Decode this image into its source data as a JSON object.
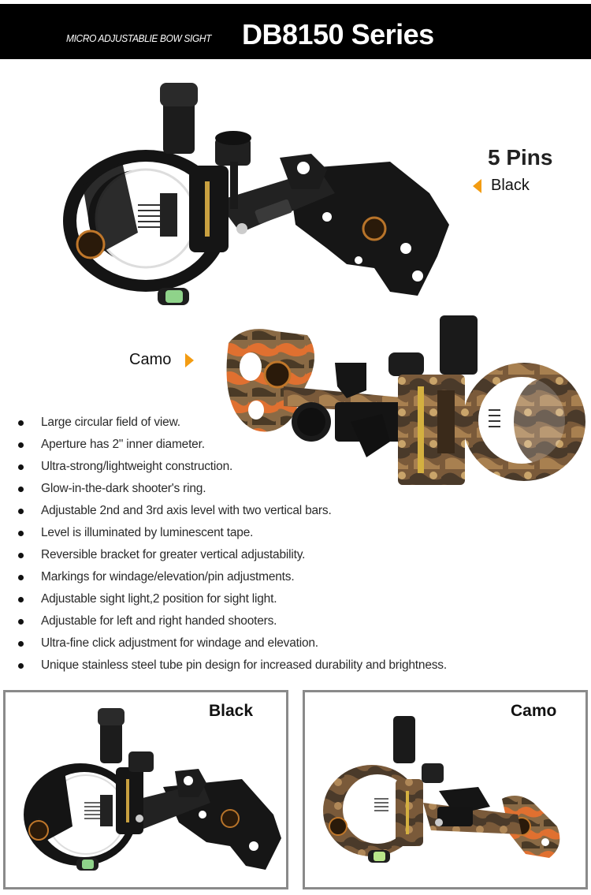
{
  "header": {
    "subtitle": "MICRO ADJUSTABLIE BOW SIGHT",
    "title": "DB8150 Series",
    "background_color": "#000000"
  },
  "hero": {
    "pins_label": "5 Pins",
    "variants": [
      {
        "label": "Black",
        "arrow": "triangle-left-icon",
        "arrow_color": "#f39c12"
      },
      {
        "label": "Camo",
        "arrow": "triangle-right-icon",
        "arrow_color": "#f39c12"
      }
    ]
  },
  "features": [
    "Large circular field of view.",
    "Aperture has 2\" inner diameter.",
    "Ultra-strong/lightweight construction.",
    "Glow-in-the-dark shooter's ring.",
    "Adjustable 2nd and 3rd axis level with two vertical bars.",
    "Level is illuminated by luminescent tape.",
    "Reversible bracket for greater vertical adjustability.",
    "Markings for windage/elevation/pin adjustments.",
    "Adjustable sight light,2 position for sight light.",
    "Adjustable for left and right handed shooters.",
    "Ultra-fine click adjustment for windage and elevation.",
    "Unique stainless steel tube pin design for increased durability and brightness."
  ],
  "cards": [
    {
      "label": "Black",
      "border_color": "#8a8a8a"
    },
    {
      "label": "Camo",
      "border_color": "#8a8a8a"
    }
  ]
}
